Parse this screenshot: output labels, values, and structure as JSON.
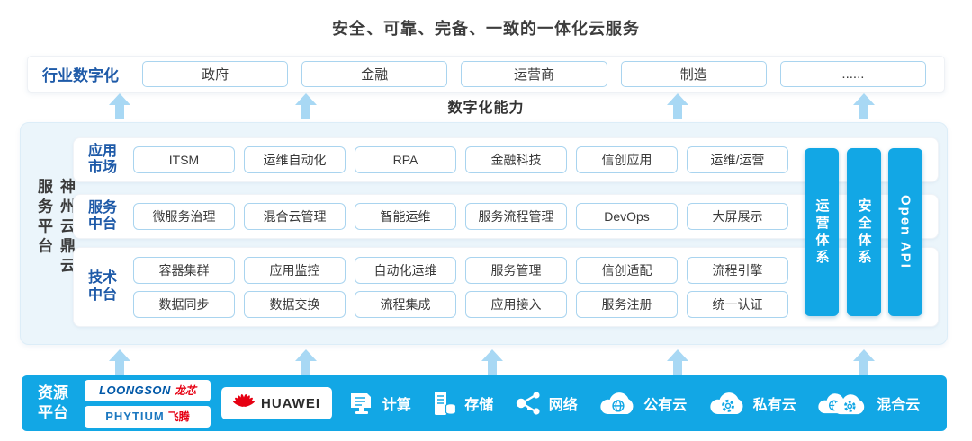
{
  "title": "安全、可靠、完备、一致的一体化云服务",
  "industry": {
    "label": "行业数字化",
    "items": [
      "政府",
      "金融",
      "运营商",
      "制造",
      "......"
    ]
  },
  "digital_capability_label": "数字化能力",
  "platform": {
    "name": "神州云鼎云服务平台",
    "rows": [
      {
        "label": "应用市场",
        "lines": [
          [
            "ITSM",
            "运维自动化",
            "RPA",
            "金融科技",
            "信创应用",
            "运维/运营"
          ]
        ]
      },
      {
        "label": "服务中台",
        "lines": [
          [
            "微服务治理",
            "混合云管理",
            "智能运维",
            "服务流程管理",
            "DevOps",
            "大屏展示"
          ]
        ]
      },
      {
        "label": "技术中台",
        "lines": [
          [
            "容器集群",
            "应用监控",
            "自动化运维",
            "服务管理",
            "信创适配",
            "流程引擎"
          ],
          [
            "数据同步",
            "数据交换",
            "流程集成",
            "应用接入",
            "服务注册",
            "统一认证"
          ]
        ]
      }
    ],
    "side_bars": [
      "运营体系",
      "安全体系",
      "Open API"
    ]
  },
  "resource": {
    "label": "资源平台",
    "vendors": [
      {
        "name": "LOONGSON",
        "suffix": "龙芯"
      },
      {
        "name": "PHYTIUM",
        "suffix": "飞腾"
      },
      {
        "name": "HUAWEI"
      }
    ],
    "items": [
      {
        "icon": "compute-icon",
        "label": "计算"
      },
      {
        "icon": "storage-icon",
        "label": "存储"
      },
      {
        "icon": "network-icon",
        "label": "网络"
      },
      {
        "icon": "public-cloud-icon",
        "label": "公有云"
      },
      {
        "icon": "private-cloud-icon",
        "label": "私有云"
      },
      {
        "icon": "hybrid-cloud-icon",
        "label": "混合云"
      }
    ]
  },
  "colors": {
    "accent_blue": "#12A7E5",
    "arrow_blue": "#A8D8F4",
    "heading_blue": "#1E5AA8",
    "loongson_blue": "#0058A8",
    "brand_red": "#E60012"
  }
}
